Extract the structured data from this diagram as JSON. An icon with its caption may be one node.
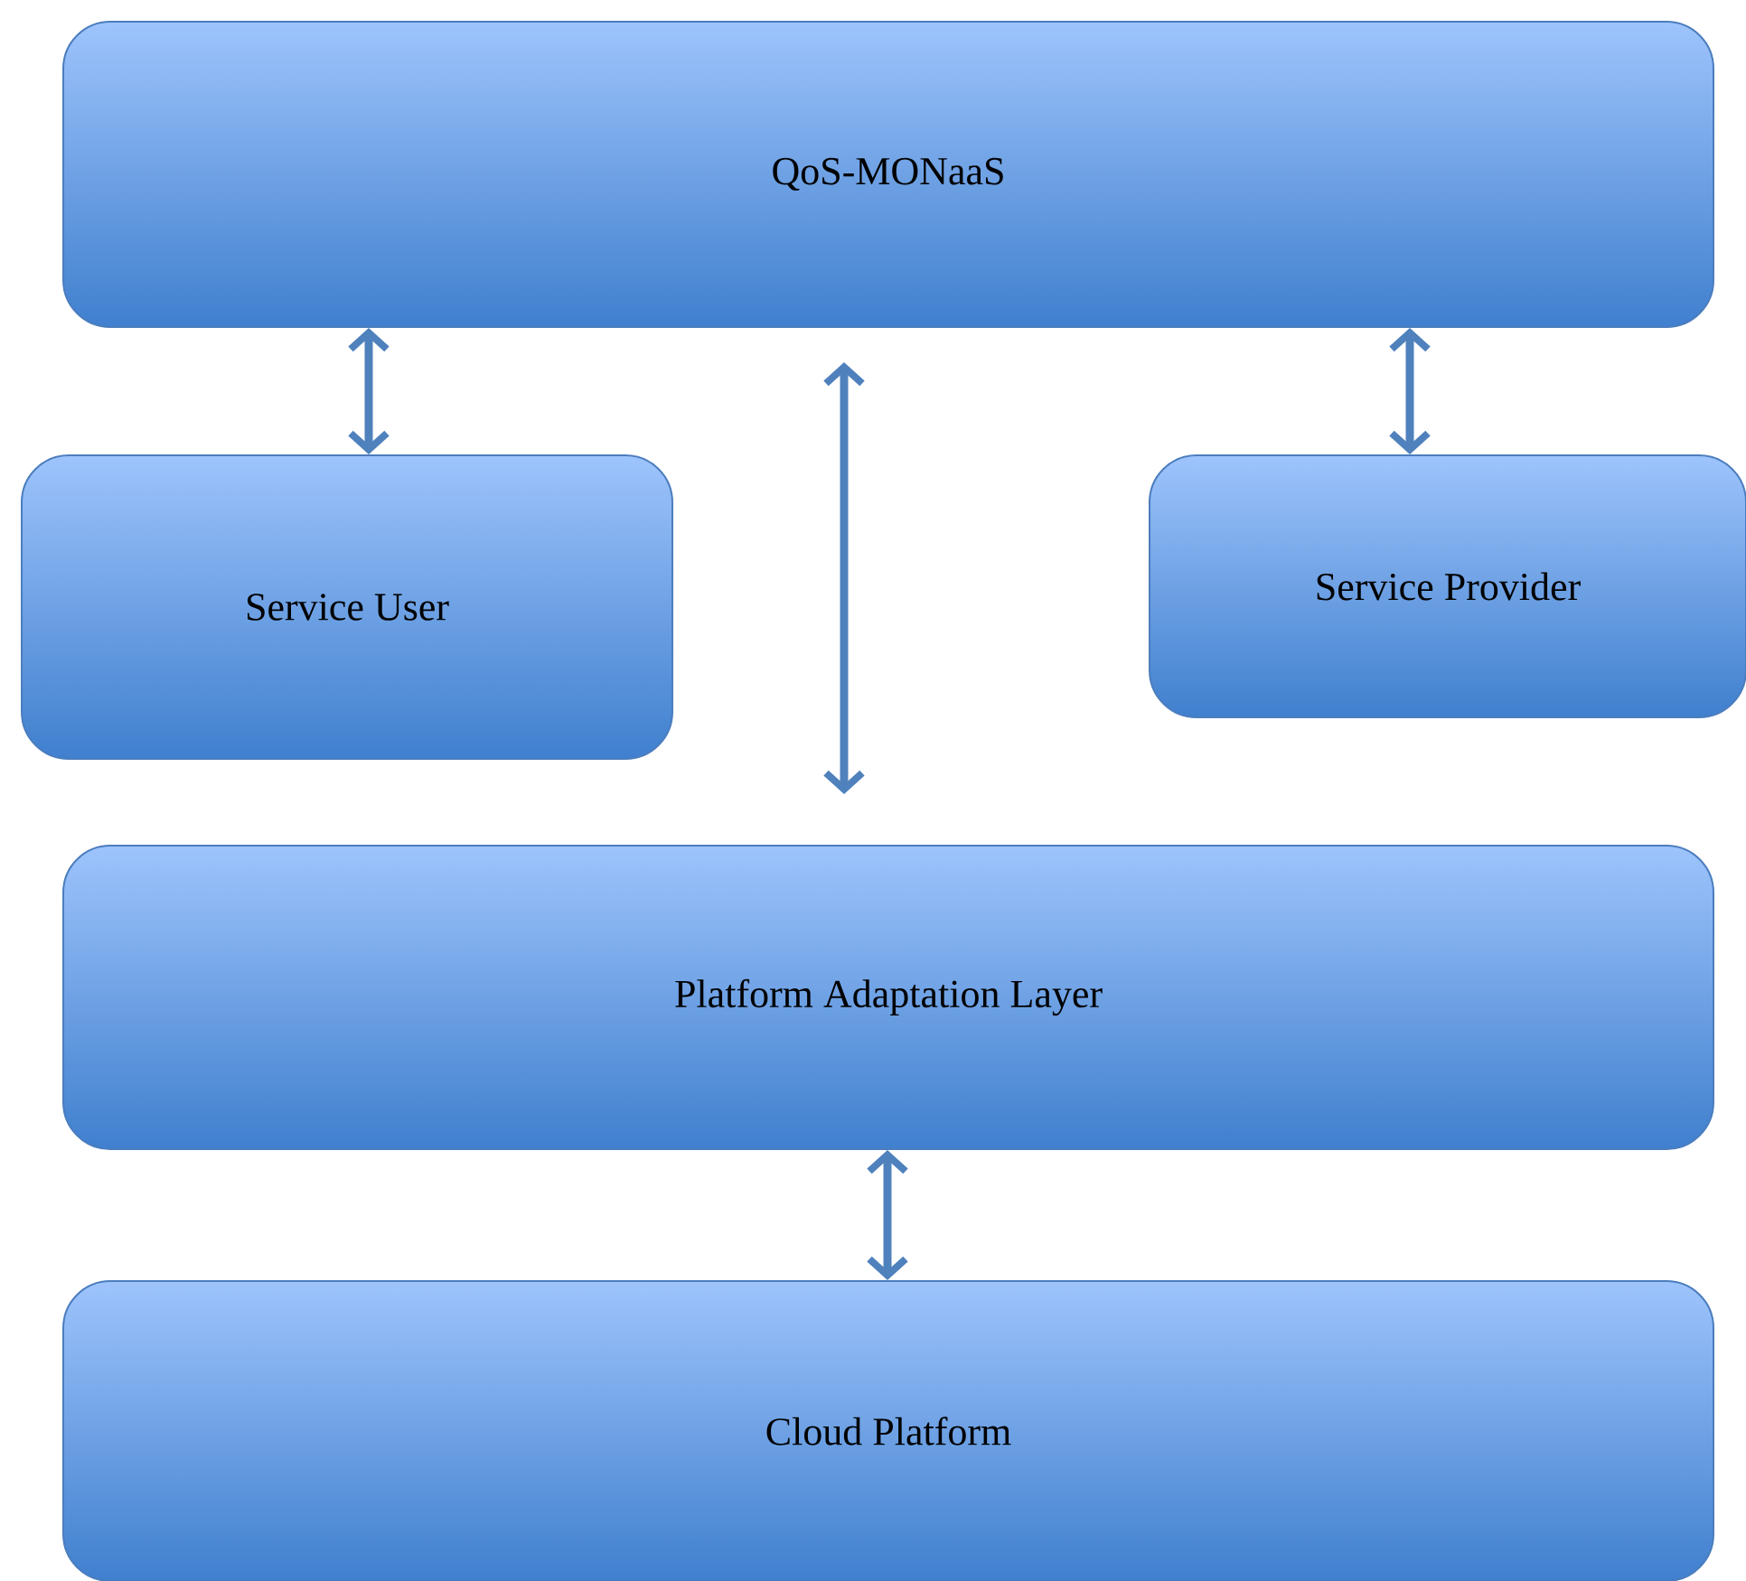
{
  "diagram": {
    "nodes": [
      {
        "text": [
          "QoS-MONaaS"
        ]
      },
      {
        "text": [
          "Service User"
        ]
      },
      {
        "text": [
          "Service Provider"
        ]
      },
      {
        "text": [
          "Platform Adaptation Layer"
        ]
      },
      {
        "text": [
          "Cloud Platform"
        ]
      }
    ],
    "edges": [
      {
        "from": 0,
        "to": 1,
        "arrow": "both"
      },
      {
        "from": 0,
        "to": 3,
        "arrow": "both"
      },
      {
        "from": 0,
        "to": 2,
        "arrow": "both"
      },
      {
        "from": 3,
        "to": 4,
        "arrow": "both"
      }
    ]
  }
}
